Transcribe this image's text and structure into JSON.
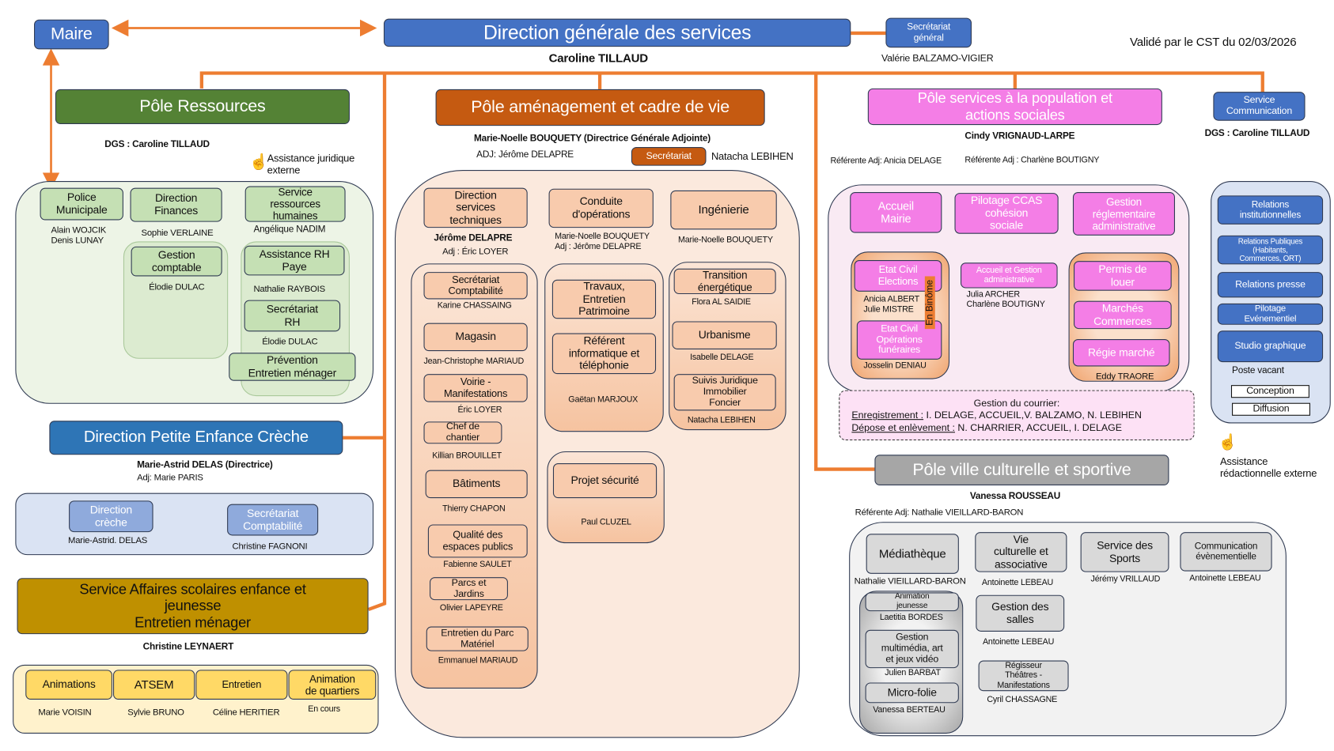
{
  "header": {
    "maire": "Maire",
    "dgs_title": "Direction générale des services",
    "dgs_name": "Caroline TILLAUD",
    "secretariat_general": "Secrétariat\ngénéral",
    "secretariat_name": "Valérie BALZAMO-VIGIER",
    "validation": "Validé par le CST du 02/03/2026"
  },
  "ressources": {
    "title": "Pôle Ressources",
    "dgs": "DGS : Caroline TILLAUD",
    "assistance": "Assistance juridique\nexterne",
    "units": [
      {
        "label": "Police\nMunicipale",
        "names": "Alain WOJCIK\nDenis LUNAY"
      },
      {
        "label": "Direction\nFinances",
        "names": "Sophie VERLAINE"
      },
      {
        "label": "Service\nressources\nhumaines",
        "names": "Angélique NADIM"
      },
      {
        "label": "Gestion\ncomptable",
        "names": "Élodie DULAC"
      },
      {
        "label": "Assistance RH\nPaye",
        "names": "Nathalie RAYBOIS"
      },
      {
        "label": "Secrétariat\nRH",
        "names": "Élodie DULAC"
      },
      {
        "label": "Prévention\nEntretien ménager"
      }
    ]
  },
  "petite_enfance": {
    "title": "Direction Petite Enfance Crèche",
    "director": "Marie-Astrid DELAS (Directrice)",
    "adjoint": "Adj: Marie PARIS",
    "units": [
      {
        "label": "Direction\ncrèche",
        "names": "Marie-Astrid. DELAS"
      },
      {
        "label": "Secrétariat\nComptabilité",
        "names": "Christine FAGNONI"
      }
    ]
  },
  "scolaire": {
    "title": "Service Affaires scolaires enfance et\njeunesse\nEntretien ménager",
    "head": "Christine LEYNAERT",
    "units": [
      {
        "label": "Animations",
        "names": "Marie VOISIN"
      },
      {
        "label": "ATSEM",
        "names": "Sylvie BRUNO"
      },
      {
        "label": "Entretien",
        "names": "Céline HERITIER"
      },
      {
        "label": "Animation\nde quartiers",
        "names": "En cours"
      }
    ]
  },
  "amenagement": {
    "title": "Pôle aménagement et cadre de vie",
    "director": "Marie-Noelle BOUQUETY (Directrice Générale Adjointe)",
    "adjoint": "ADJ: Jérôme DELAPRE",
    "secretariat": "Secrétariat",
    "secretariat_name": "Natacha LEBIHEN",
    "units": [
      {
        "label": "Direction\nservices\ntechniques",
        "names": "Jérôme DELAPRE",
        "adj": "Adj : Éric LOYER"
      },
      {
        "label": "Conduite\nd'opérations",
        "names": "Marie-Noelle BOUQUETY\nAdj : Jérôme DELAPRE"
      },
      {
        "label": "Ingénierie",
        "names": "Marie-Noelle BOUQUETY"
      },
      {
        "label": "Secrétariat\nComptabilité",
        "names": "Karine CHASSAING"
      },
      {
        "label": "Magasin",
        "names": "Jean-Christophe MARIAUD"
      },
      {
        "label": "Voirie -\nManifestations",
        "names": "Éric LOYER"
      },
      {
        "label": "Chef de\nchantier",
        "names": "Killian BROUILLET"
      },
      {
        "label": "Bâtiments",
        "names": "Thierry CHAPON"
      },
      {
        "label": "Qualité des\nespaces publics",
        "names": "Fabienne SAULET"
      },
      {
        "label": "Parcs et\nJardins",
        "names": "Olivier LAPEYRE"
      },
      {
        "label": "Entretien du Parc\nMatériel",
        "names": "Emmanuel MARIAUD"
      },
      {
        "label": "Travaux,\nEntretien\nPatrimoine"
      },
      {
        "label": "Référent\ninformatique et\ntéléphonie",
        "names": "Gaëtan MARJOUX"
      },
      {
        "label": "Transition\nénergétique",
        "names": "Flora AL SAIDIE"
      },
      {
        "label": "Urbanisme",
        "names": "Isabelle DELAGE"
      },
      {
        "label": "Suivis Juridique\nImmobilier\nFoncier",
        "names": "Natacha LEBIHEN"
      },
      {
        "label": "Projet sécurité",
        "names": "Paul CLUZEL"
      }
    ]
  },
  "population": {
    "title": "Pôle services à la population et\nactions sociales",
    "director": "Cindy VRIGNAUD-LARPE",
    "ref1": "Référente Adj: Anicia DELAGE",
    "ref2": "Référente Adj : Charlène BOUTIGNY",
    "binome": "En Binôme",
    "units": [
      {
        "label": "Accueil\nMairie"
      },
      {
        "label": "Pilotage CCAS\ncohésion\nsociale"
      },
      {
        "label": "Gestion\nréglementaire\nadministrative"
      },
      {
        "label": "Etat Civil\nElections",
        "names": "Anicia ALBERT\nJulie MISTRE"
      },
      {
        "label": "Etat Civil\nOpérations\nfunéraires",
        "names": "Josselin DENIAU"
      },
      {
        "label": "Accueil et Gestion\nadministrative",
        "names": "Julia ARCHER\nCharlène BOUTIGNY"
      },
      {
        "label": "Permis de\nlouer"
      },
      {
        "label": "Marchés\nCommerces"
      },
      {
        "label": "Régie marché",
        "names": "Eddy TRAORE"
      }
    ],
    "courrier": {
      "title": "Gestion du courrier:",
      "enregistrement_label": "Enregistrement :",
      "enregistrement": " I. DELAGE, ACCUEIL,V. BALZAMO, N. LEBIHEN",
      "depose_label": "Dépose et enlèvement :",
      "depose": " N. CHARRIER, ACCUEIL, I. DELAGE"
    }
  },
  "communication": {
    "title": "Service\nCommunication",
    "dgs": "DGS : Caroline TILLAUD",
    "units": [
      "Relations\ninstitutionnelles",
      "Relations Publiques\n(Habitants,\nCommerces, ORT)",
      "Relations presse",
      "Pilotage\nEvénementiel",
      "Studio graphique"
    ],
    "vacant": "Poste vacant",
    "conception": "Conception",
    "diffusion": "Diffusion",
    "assistance": "Assistance\nrédactionnelle externe"
  },
  "culture": {
    "title": "Pôle ville culturelle et sportive",
    "director": "Vanessa ROUSSEAU",
    "ref": "Référente Adj: Nathalie VIEILLARD-BARON",
    "units": [
      {
        "label": "Médiathèque",
        "names": "Nathalie VIEILLARD-BARON"
      },
      {
        "label": "Animation\njeunesse",
        "names": "Laetitia BORDES"
      },
      {
        "label": "Gestion\nmultimédia, art\net jeux vidéo",
        "names": "Julien BARBAT"
      },
      {
        "label": "Micro-folie",
        "names": "Vanessa BERTEAU"
      },
      {
        "label": "Vie\nculturelle et\nassociative",
        "names": "Antoinette LEBEAU"
      },
      {
        "label": "Gestion des\nsalles",
        "names": "Antoinette LEBEAU"
      },
      {
        "label": "Régisseur\nThéâtres -\nManifestations",
        "names": "Cyril CHASSAGNE"
      },
      {
        "label": "Service des\nSports",
        "names": "Jérémy VRILLAUD"
      },
      {
        "label": "Communication\névènementielle",
        "names": "Antoinette LEBEAU"
      }
    ]
  },
  "colors": {
    "connector": "#ed7d31",
    "blue": "#4472c4",
    "green": "#548235",
    "orange": "#c55a11",
    "pink": "#f47ee6",
    "gold": "#bf9000",
    "grey": "#a6a6a6"
  },
  "icons": [
    "arrow-icon",
    "hand-pointer-icon"
  ]
}
